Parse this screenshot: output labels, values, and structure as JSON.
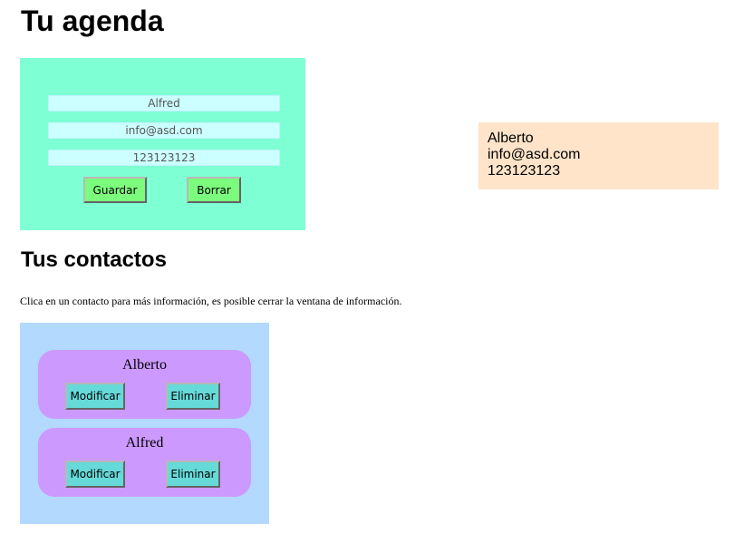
{
  "header": {
    "title": "Tu agenda"
  },
  "form": {
    "name_value": "Alfred",
    "email_value": "info@asd.com",
    "phone_value": "123123123",
    "save_label": "Guardar",
    "clear_label": "Borrar"
  },
  "info_panel": {
    "name": "Alberto",
    "email": "info@asd.com",
    "phone": "123123123"
  },
  "contacts_section": {
    "title": "Tus contactos",
    "hint": "Clica en un contacto para más información, es posible cerrar la ventana de información.",
    "items": [
      {
        "name": "Alberto",
        "edit_label": "Modificar",
        "delete_label": "Eliminar"
      },
      {
        "name": "Alfred",
        "edit_label": "Modificar",
        "delete_label": "Eliminar"
      }
    ]
  },
  "colors": {
    "form_bg": "#7fffd4",
    "info_bg": "#ffe4c9",
    "contacts_bg": "#b3d9ff",
    "contact_card": "#cc99ff",
    "green_button": "#7cfc7c",
    "cyan_button": "#66d9d9"
  }
}
